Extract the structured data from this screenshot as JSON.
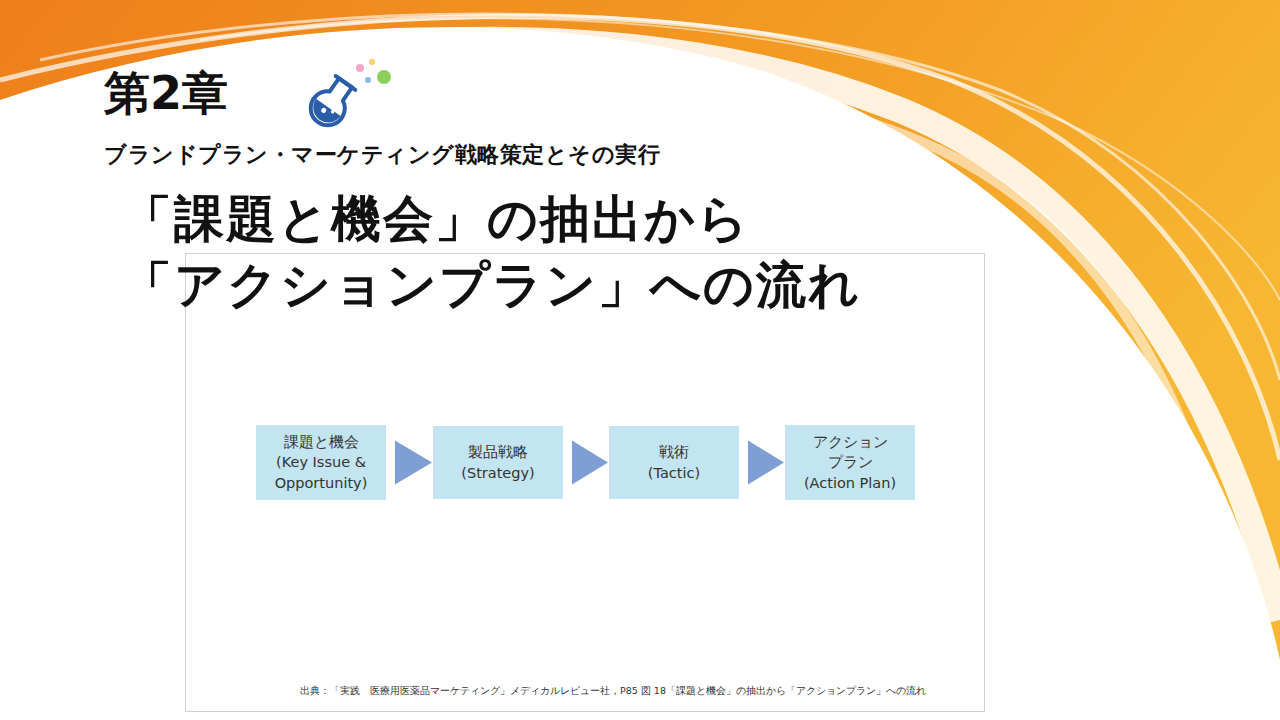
{
  "diagram": {
    "title": "「課題と機会」の抽出から 「アクションプラン」への流れ",
    "caption": "出典：「実践　医療用医薬品マーケティング」メディカルレビュー社，P85 図 18「課題と機会」の抽出から「アクションプラン」への流れ",
    "nodes": [
      {
        "text": [
          "課題と機会",
          "(Key Issue & Opportunity)"
        ]
      },
      {
        "text": [
          "製品戦略",
          "(Strategy)"
        ]
      },
      {
        "text": [
          "戦術",
          "(Tactic)"
        ]
      },
      {
        "text": [
          "アクション プラン",
          "(Action Plan)"
        ]
      }
    ],
    "edges": [
      {
        "from": 0,
        "to": 1,
        "arrow": "to"
      },
      {
        "from": 1,
        "to": 2,
        "arrow": "to"
      },
      {
        "from": 2,
        "to": 3,
        "arrow": "to"
      }
    ],
    "labels": [
      "第2章",
      "ブランドプラン・マーケティング戦略策定とその実行"
    ]
  }
}
